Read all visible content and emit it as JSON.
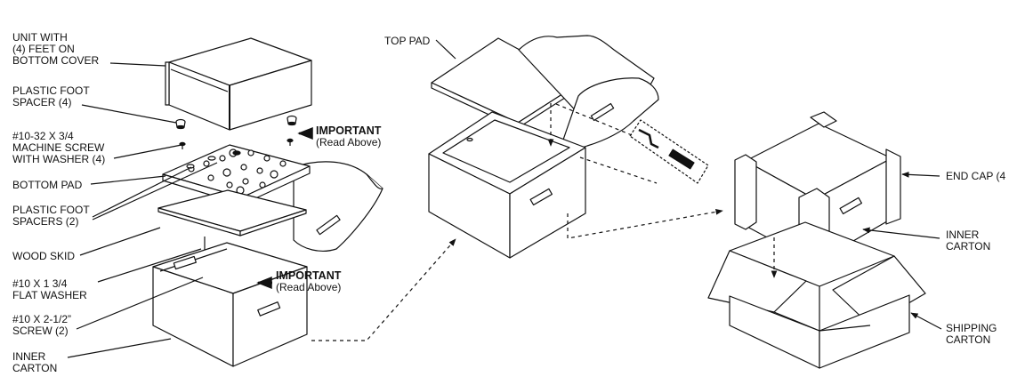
{
  "labels": {
    "unit_with_feet": [
      "UNIT WITH",
      "(4) FEET ON",
      "BOTTOM COVER"
    ],
    "plastic_foot_spacer_4": [
      "PLASTIC FOOT",
      "SPACER (4)"
    ],
    "machine_screw": [
      "#10-32 X 3/4",
      "MACHINE SCREW",
      "WITH WASHER (4)"
    ],
    "bottom_pad": [
      "BOTTOM PAD"
    ],
    "plastic_foot_spacers_2": [
      "PLASTIC FOOT",
      "SPACERS (2)"
    ],
    "wood_skid": [
      "WOOD SKID"
    ],
    "flat_washer": [
      "#10 X 1 3/4",
      "FLAT WASHER"
    ],
    "screw": [
      "#10 X 2-1/2”",
      "SCREW (2)"
    ],
    "inner_carton_left": [
      "INNER",
      "CARTON"
    ],
    "important_top": {
      "title": "IMPORTANT",
      "note": "(Read Above)"
    },
    "important_bottom": {
      "title": "IMPORTANT",
      "note": "(Read Above)"
    },
    "top_pad": [
      "TOP PAD"
    ],
    "end_cap": [
      "END CAP (4"
    ],
    "inner_carton_right": [
      "INNER",
      "CARTON"
    ],
    "shipping_carton": [
      "SHIPPING",
      "CARTON"
    ]
  },
  "colors": {
    "ink": "#111111",
    "paper": "#ffffff"
  }
}
